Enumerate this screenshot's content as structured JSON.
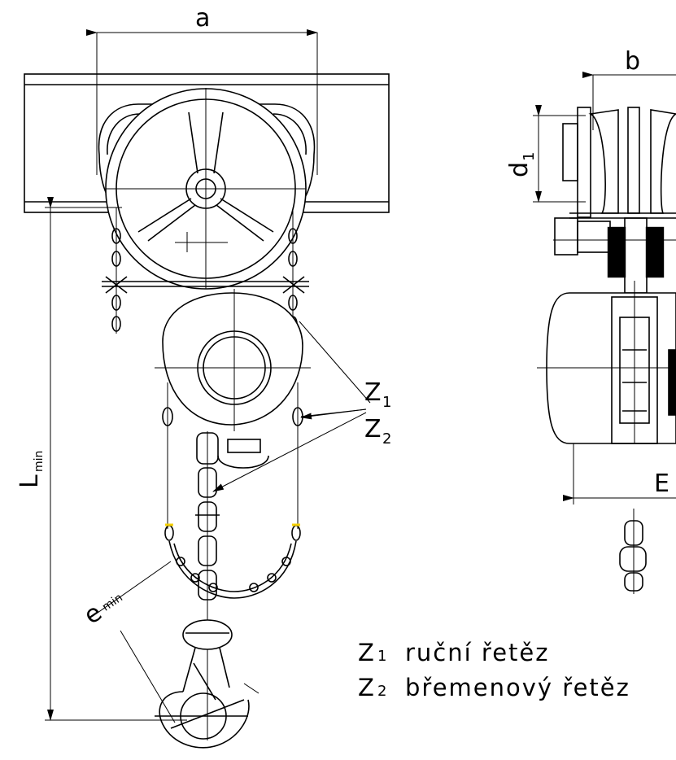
{
  "labels": {
    "a": "a",
    "b": "b",
    "d1": "d",
    "d1_sub": "1",
    "e": "e",
    "e_sub": "min",
    "l": "L",
    "l_sub": "min",
    "z1": "Z",
    "z1_sub": "1",
    "z2": "Z",
    "z2_sub": "2",
    "E": "E"
  },
  "legend": [
    {
      "sym": "Z",
      "sub": "1",
      "text": "ruční řetěz"
    },
    {
      "sym": "Z",
      "sub": "2",
      "text": "břemenový řetěz"
    }
  ],
  "colors": {
    "line": "#000000",
    "highlight": "#f5d000"
  }
}
